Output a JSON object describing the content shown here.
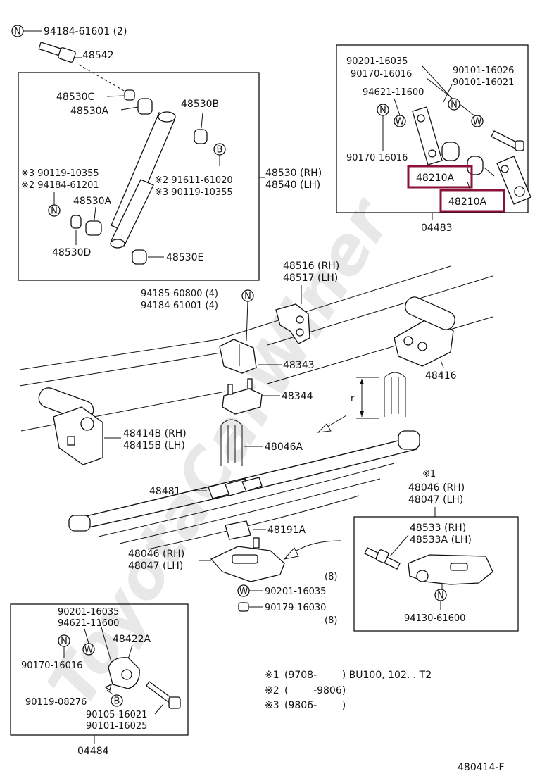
{
  "diagram_code": "480414-F",
  "watermark": "ToyotaCarWiner",
  "top_left": {
    "bolt": "94184-61601 (2)",
    "part": "48542"
  },
  "shock_box": {
    "cushion_c": "48530C",
    "cushion_a_top": "48530A",
    "bushing_b": "48530B",
    "ref_3a": "※3 90119-10355",
    "ref_2a": "※2 94184-61201",
    "ref_2b": "※2 91611-61020",
    "ref_3b": "※3 90119-10355",
    "cushion_a_low": "48530A",
    "cushion_d": "48530D",
    "cushion_e": "48530E",
    "absorber_rh": "48530 (RH)",
    "absorber_lh": "48540 (LH)"
  },
  "shackle_box": {
    "p1": "90201-16035",
    "p2": "90170-16016",
    "p3": "90101-16026",
    "p4": "90101-16021",
    "p5": "94621-11600",
    "p6": "90170-16016",
    "bush1": "48210A",
    "bush2": "48210A",
    "code": "04483"
  },
  "main": {
    "bracket_rh": "48516 (RH)",
    "bracket_lh": "48517 (LH)",
    "bolt1": "94185-60800 (4)",
    "bolt2": "94184-61001 (4)",
    "bumper": "48343",
    "spacer": "48344",
    "hanger": "48416",
    "front_hanger_rh": "48414B (RH)",
    "front_hanger_lh": "48415B (LH)",
    "u_bolt": "48046A",
    "clip": "48481",
    "pad": "48191A",
    "spring_rh": "48046 (RH)",
    "spring_lh": "48047 (LH)",
    "washer": "90201-16035",
    "washer_qty": "(8)",
    "nut": "90179-16030",
    "nut_qty": "(8)",
    "u_bolt_dim": "r"
  },
  "note1_box": {
    "mark": "※1",
    "spring_rh": "48046 (RH)",
    "spring_lh": "48047 (LH)",
    "bolt_rh": "48533 (RH)",
    "bolt_lh": "48533A (LH)",
    "nut": "94130-61600"
  },
  "bottom_box": {
    "p1": "90201-16035",
    "p2": "94621-11600",
    "p3": "90170-16016",
    "part": "48422A",
    "p4": "90119-08276",
    "p5": "90105-16021",
    "p6": "90101-16025",
    "code": "04484"
  },
  "notes": [
    {
      "mark": "※1",
      "text": "(9708-        ) BU100, 102. . T2"
    },
    {
      "mark": "※2",
      "text": "(        -9806)"
    },
    {
      "mark": "※3",
      "text": "(9806-        )"
    }
  ],
  "symbols": {
    "n": "N",
    "w": "W",
    "b": "B"
  },
  "colors": {
    "highlight": "#8a1236",
    "watermark": "#e6e6e6"
  }
}
